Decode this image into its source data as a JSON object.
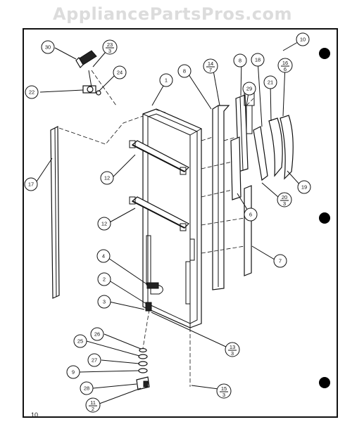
{
  "watermark": "AppliancePartsPros.com",
  "page_number": "10",
  "callouts": [
    {
      "id": "c30",
      "label": "30"
    },
    {
      "id": "c23",
      "label": "23",
      "sub": "3"
    },
    {
      "id": "c24",
      "label": "24"
    },
    {
      "id": "c22",
      "label": "22"
    },
    {
      "id": "c1",
      "label": "1"
    },
    {
      "id": "c8a",
      "label": "8"
    },
    {
      "id": "c14",
      "label": "14",
      "sub": "7"
    },
    {
      "id": "c8b",
      "label": "8"
    },
    {
      "id": "c18",
      "label": "18"
    },
    {
      "id": "c16",
      "label": "16",
      "sub": "6"
    },
    {
      "id": "c10",
      "label": "10"
    },
    {
      "id": "c29",
      "label": "29"
    },
    {
      "id": "c21",
      "label": "21"
    },
    {
      "id": "c17",
      "label": "17"
    },
    {
      "id": "c12a",
      "label": "12"
    },
    {
      "id": "c12b",
      "label": "12"
    },
    {
      "id": "c20",
      "label": "20",
      "sub": "3"
    },
    {
      "id": "c19",
      "label": "19"
    },
    {
      "id": "c6",
      "label": "6"
    },
    {
      "id": "c7",
      "label": "7"
    },
    {
      "id": "c4",
      "label": "4"
    },
    {
      "id": "c2",
      "label": "2"
    },
    {
      "id": "c3",
      "label": "3"
    },
    {
      "id": "c13",
      "label": "13",
      "sub": "3"
    },
    {
      "id": "c26",
      "label": "26"
    },
    {
      "id": "c25",
      "label": "25"
    },
    {
      "id": "c27",
      "label": "27"
    },
    {
      "id": "c9",
      "label": "9"
    },
    {
      "id": "c28",
      "label": "28"
    },
    {
      "id": "c11",
      "label": "11",
      "sub": "2"
    },
    {
      "id": "c15",
      "label": "15",
      "sub": "3"
    }
  ]
}
